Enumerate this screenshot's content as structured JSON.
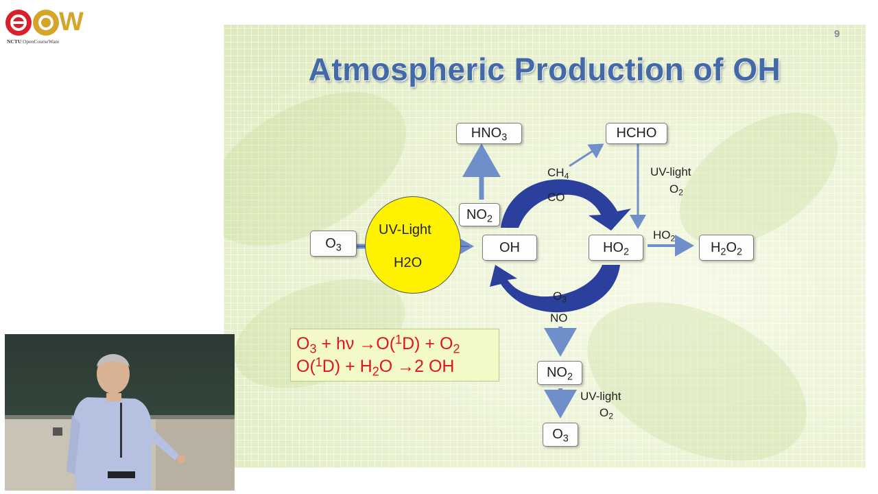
{
  "logo": {
    "caption_bold": "NCTU",
    "caption_rest": " OpenCourseWare",
    "letter": "W"
  },
  "slide": {
    "page_number": "9",
    "title": "Atmospheric Production of OH",
    "labels": {
      "uv_light_circle": "UV-Light",
      "h2o_circle": "H2O",
      "uv_light_right": "UV-light",
      "uv_light_bottom": "UV-light",
      "oh": "OH",
      "co": "CO",
      "no": "NO",
      "hcho": "HCHO"
    },
    "equations": [
      "O3 + hν →O(1D) + O2",
      "O(1D) + H2O →2 OH"
    ]
  },
  "colors": {
    "title": "#4369a8",
    "cycle_arrow": "#2b3f9c",
    "thin_arrow": "#6f8fcb",
    "sun": "#fff200",
    "equation_text": "#e0151b"
  }
}
